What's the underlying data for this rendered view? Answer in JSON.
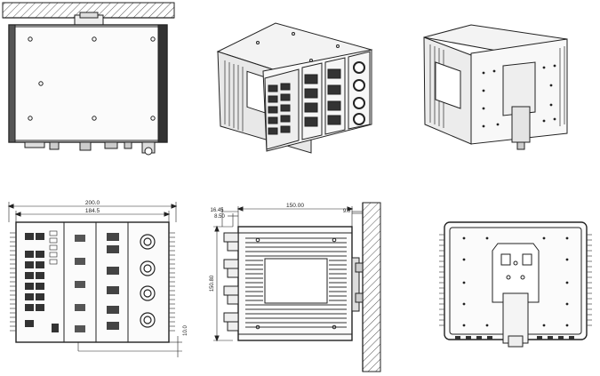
{
  "dimensions": {
    "overall_width": "200.0",
    "inner_width": "184.5",
    "depth": "150.00",
    "front_offset": "16.45",
    "front_offset_inner": "8.50",
    "rail_offset": "9.0",
    "height": "150.80",
    "bottom_offset": "10.0"
  }
}
